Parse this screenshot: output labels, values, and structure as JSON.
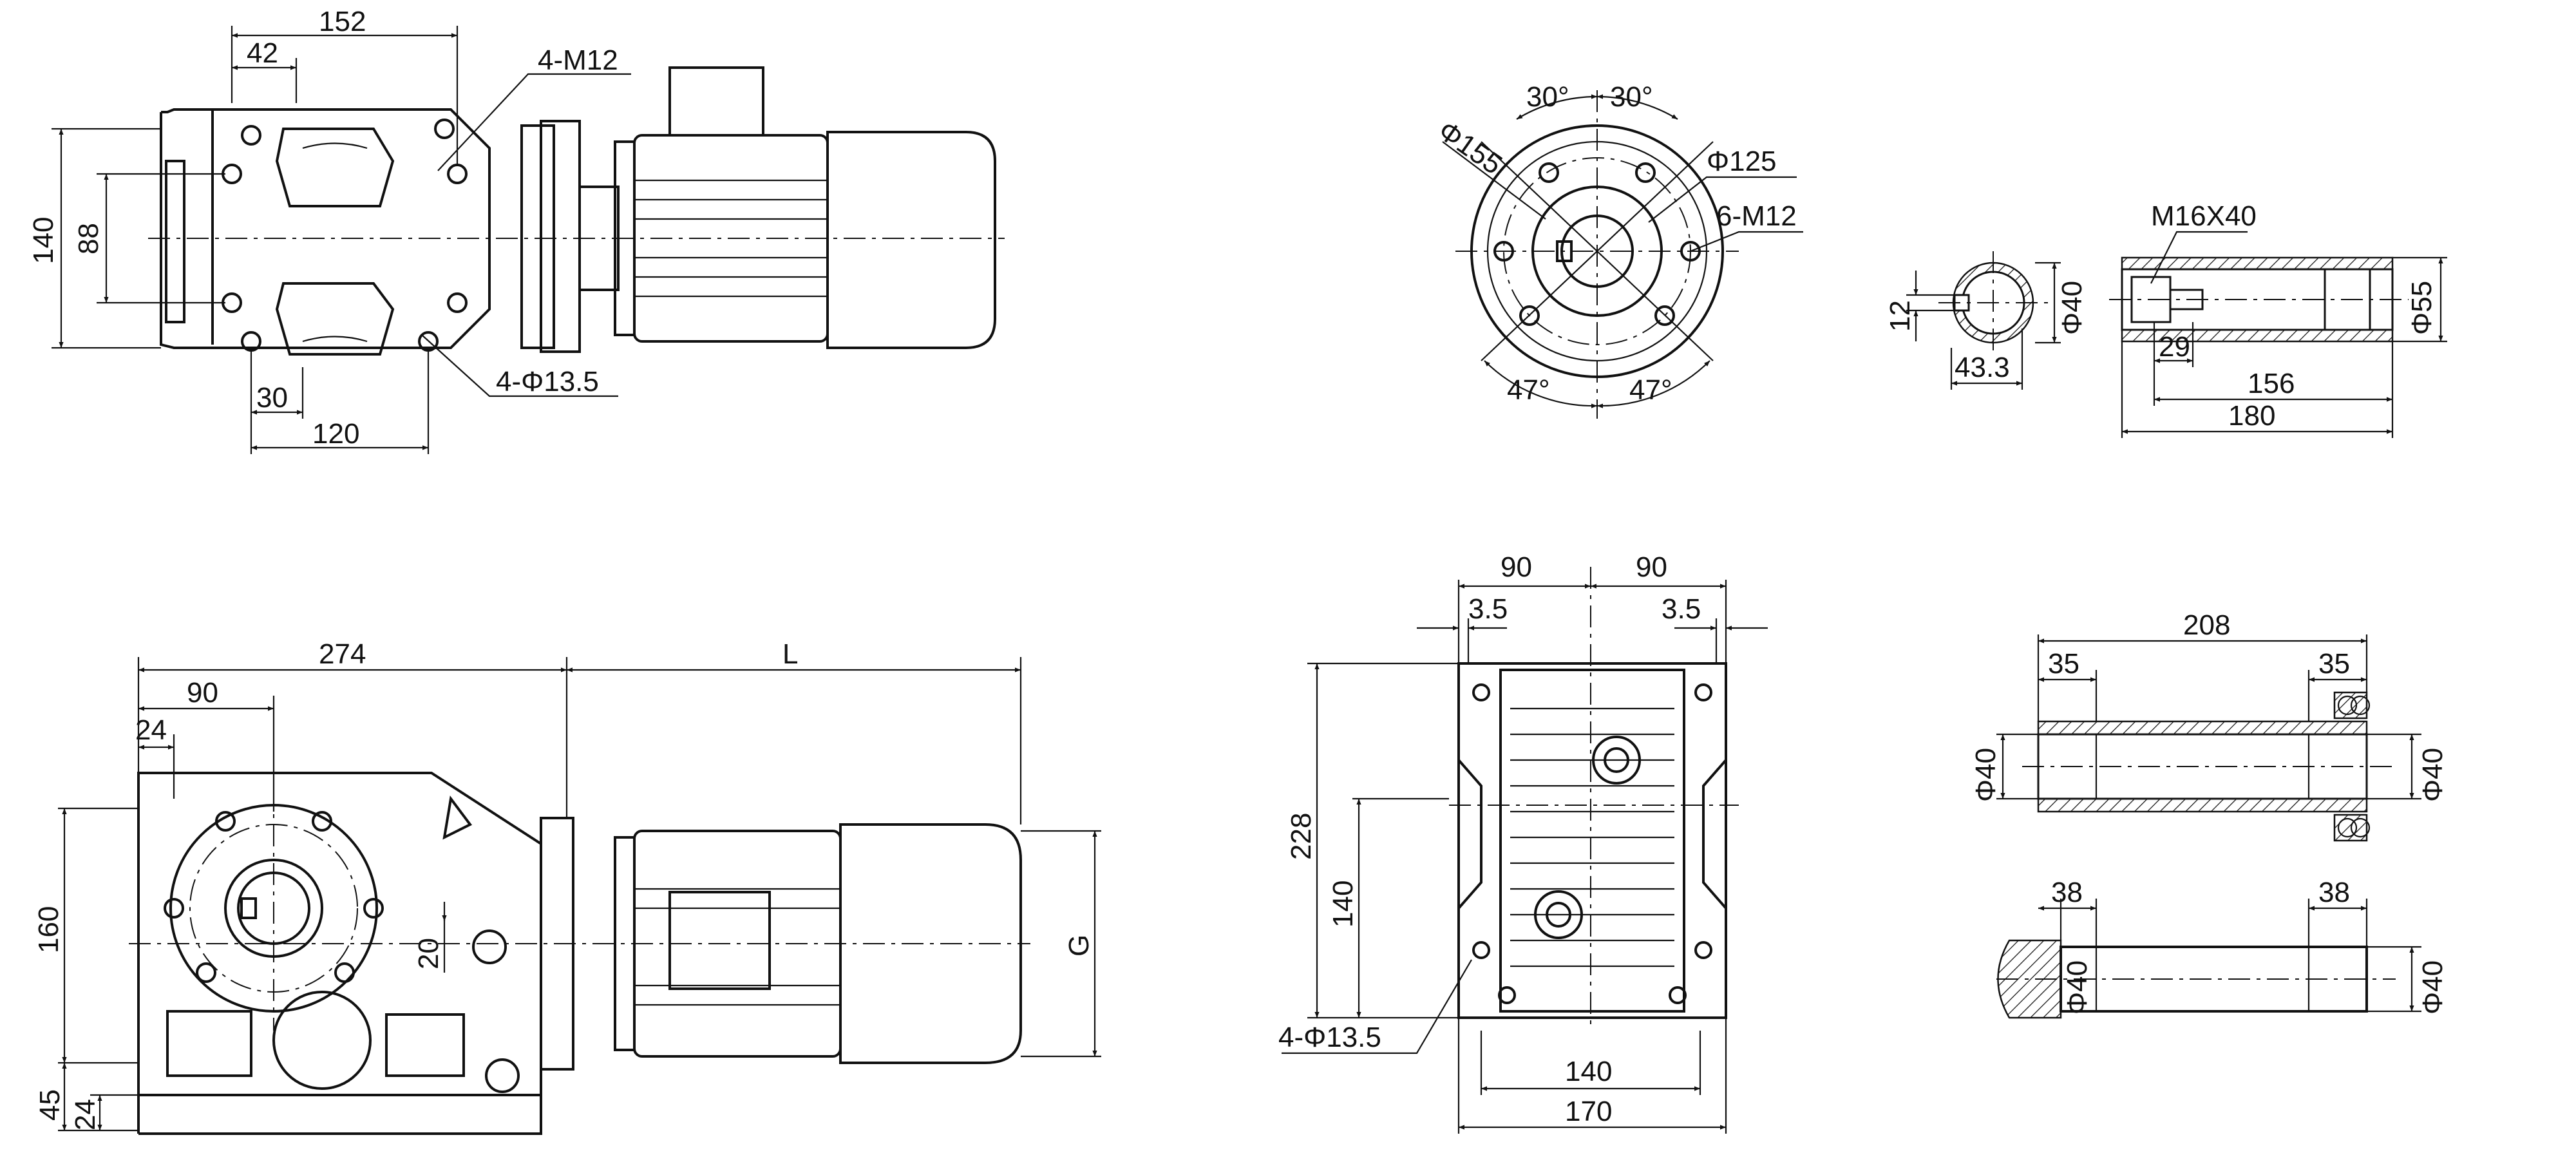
{
  "top_left_view": {
    "d152": "152",
    "d42": "42",
    "d140": "140",
    "d88": "88",
    "d30": "30",
    "d120": "120",
    "bolt": "4-M12",
    "holes": "4-Φ13.5"
  },
  "flange_view": {
    "a30_left": "30°",
    "a30_right": "30°",
    "d155": "Φ155",
    "d125": "Φ125",
    "bolt": "6-M12",
    "a47_left": "47°",
    "a47_right": "47°"
  },
  "shaft_section": {
    "d12": "12",
    "d40": "Φ40",
    "d43": "43.3"
  },
  "hollow_shaft": {
    "thread": "M16X40",
    "d55": "Φ55",
    "d29": "29",
    "d156": "156",
    "d180": "180"
  },
  "front_view": {
    "d274": "274",
    "dL": "L",
    "d90": "90",
    "d24": "24",
    "d160": "160",
    "d20": "20",
    "dG": "G",
    "d45": "45",
    "d24b": "24"
  },
  "foot_view": {
    "d90a": "90",
    "d90b": "90",
    "d35a": "3.5",
    "d35b": "3.5",
    "d228": "228",
    "d140v": "140",
    "holes": "4-Φ13.5",
    "d140h": "140",
    "d170": "170"
  },
  "shaft_variant_a": {
    "d208": "208",
    "d35a": "35",
    "d35b": "35",
    "d40a": "Φ40",
    "d40b": "Φ40"
  },
  "shaft_variant_b": {
    "d38a": "38",
    "d38b": "38",
    "d40a": "Φ40",
    "d40b": "Φ40"
  }
}
